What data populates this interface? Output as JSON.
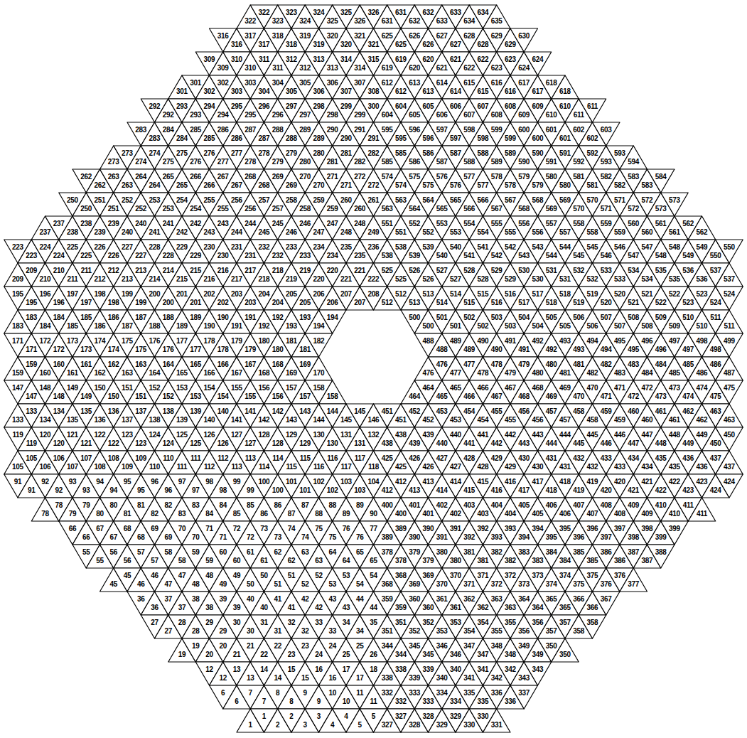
{
  "diagram": {
    "labels": [
      "322",
      "322",
      "323",
      "323",
      "324",
      "324",
      "325",
      "325",
      "326",
      "326",
      "631",
      "631",
      "632",
      "632",
      "633",
      "633",
      "634",
      "634",
      "635",
      "316",
      "316",
      "317",
      "317",
      "318",
      "318",
      "319",
      "319",
      "320",
      "320",
      "321",
      "321",
      "625",
      "625",
      "626",
      "626",
      "627",
      "627",
      "628",
      "628",
      "629",
      "629",
      "630",
      "309",
      "309",
      "310",
      "310",
      "311",
      "311",
      "312",
      "312",
      "313",
      "313",
      "314",
      "314",
      "315",
      "619",
      "619",
      "620",
      "620",
      "621",
      "621",
      "622",
      "622",
      "623",
      "623",
      "624",
      "624",
      "301",
      "301",
      "302",
      "302",
      "303",
      "303",
      "304",
      "304",
      "305",
      "305",
      "306",
      "306",
      "307",
      "307",
      "308",
      "612",
      "612",
      "613",
      "613",
      "614",
      "614",
      "615",
      "615",
      "616",
      "616",
      "617",
      "617",
      "618",
      "618",
      "292",
      "292",
      "293",
      "293",
      "294",
      "294",
      "295",
      "295",
      "296",
      "296",
      "297",
      "297",
      "298",
      "298",
      "299",
      "299",
      "300",
      "604",
      "604",
      "605",
      "605",
      "606",
      "606",
      "607",
      "607",
      "608",
      "608",
      "609",
      "609",
      "610",
      "610",
      "611",
      "611",
      "283",
      "283",
      "284",
      "284",
      "285",
      "285",
      "286",
      "286",
      "287",
      "287",
      "288",
      "288",
      "289",
      "289",
      "290",
      "290",
      "291",
      "291",
      "595",
      "595",
      "596",
      "596",
      "597",
      "597",
      "598",
      "598",
      "599",
      "599",
      "600",
      "600",
      "601",
      "601",
      "602",
      "602",
      "603",
      "273",
      "273",
      "274",
      "274",
      "275",
      "275",
      "276",
      "276",
      "277",
      "277",
      "278",
      "278",
      "279",
      "279",
      "280",
      "280",
      "281",
      "281",
      "282",
      "282",
      "585",
      "585",
      "586",
      "586",
      "587",
      "587",
      "588",
      "588",
      "589",
      "589",
      "590",
      "590",
      "591",
      "591",
      "592",
      "592",
      "593",
      "593",
      "594",
      "262",
      "262",
      "263",
      "263",
      "264",
      "264",
      "265",
      "265",
      "266",
      "266",
      "267",
      "267",
      "268",
      "268",
      "269",
      "269",
      "270",
      "270",
      "271",
      "271",
      "272",
      "272",
      "574",
      "574",
      "575",
      "575",
      "576",
      "576",
      "577",
      "577",
      "578",
      "578",
      "579",
      "579",
      "580",
      "580",
      "581",
      "581",
      "582",
      "582",
      "583",
      "583",
      "584",
      "250",
      "250",
      "251",
      "251",
      "252",
      "252",
      "253",
      "253",
      "254",
      "254",
      "255",
      "255",
      "256",
      "256",
      "257",
      "257",
      "258",
      "258",
      "259",
      "259",
      "260",
      "260",
      "261",
      "563",
      "563",
      "564",
      "564",
      "565",
      "565",
      "566",
      "566",
      "567",
      "567",
      "568",
      "568",
      "569",
      "569",
      "570",
      "570",
      "571",
      "571",
      "572",
      "572",
      "573",
      "573",
      "237",
      "237",
      "238",
      "238",
      "239",
      "239",
      "240",
      "240",
      "241",
      "241",
      "242",
      "242",
      "243",
      "243",
      "244",
      "244",
      "245",
      "245",
      "246",
      "246",
      "247",
      "247",
      "248",
      "248",
      "249",
      "551",
      "551",
      "552",
      "552",
      "553",
      "553",
      "554",
      "554",
      "555",
      "555",
      "556",
      "556",
      "557",
      "557",
      "558",
      "558",
      "559",
      "559",
      "560",
      "560",
      "561",
      "561",
      "562",
      "562",
      "223",
      "223",
      "224",
      "224",
      "225",
      "225",
      "226",
      "226",
      "227",
      "227",
      "228",
      "228",
      "229",
      "229",
      "230",
      "230",
      "231",
      "231",
      "232",
      "232",
      "233",
      "233",
      "234",
      "234",
      "235",
      "235",
      "236",
      "538",
      "538",
      "539",
      "539",
      "540",
      "540",
      "541",
      "541",
      "542",
      "542",
      "543",
      "543",
      "544",
      "544",
      "545",
      "545",
      "546",
      "546",
      "547",
      "547",
      "548",
      "548",
      "549",
      "549",
      "550",
      "550",
      "209",
      "209",
      "210",
      "210",
      "211",
      "211",
      "212",
      "212",
      "213",
      "213",
      "214",
      "214",
      "215",
      "215",
      "216",
      "216",
      "217",
      "217",
      "218",
      "218",
      "219",
      "219",
      "220",
      "220",
      "221",
      "221",
      "222",
      "525",
      "525",
      "526",
      "526",
      "527",
      "527",
      "528",
      "528",
      "529",
      "529",
      "530",
      "530",
      "531",
      "531",
      "532",
      "532",
      "533",
      "533",
      "534",
      "534",
      "535",
      "535",
      "536",
      "536",
      "537",
      "537",
      "195",
      "195",
      "196",
      "196",
      "197",
      "197",
      "198",
      "198",
      "199",
      "199",
      "200",
      "200",
      "201",
      "201",
      "202",
      "202",
      "203",
      "203",
      "204",
      "204",
      "205",
      "205",
      "206",
      "206",
      "207",
      "207",
      "208",
      "512",
      "512",
      "513",
      "513",
      "514",
      "514",
      "515",
      "515",
      "516",
      "516",
      "517",
      "517",
      "518",
      "518",
      "519",
      "519",
      "520",
      "520",
      "521",
      "521",
      "522",
      "522",
      "523",
      "523",
      "524",
      "524",
      "183",
      "183",
      "184",
      "184",
      "185",
      "185",
      "186",
      "186",
      "187",
      "187",
      "188",
      "188",
      "189",
      "189",
      "190",
      "190",
      "191",
      "191",
      "192",
      "192",
      "193",
      "193",
      "194",
      "194",
      "500",
      "500",
      "501",
      "501",
      "502",
      "502",
      "503",
      "503",
      "504",
      "504",
      "505",
      "505",
      "506",
      "506",
      "507",
      "507",
      "508",
      "508",
      "509",
      "509",
      "510",
      "510",
      "511",
      "511",
      "171",
      "171",
      "172",
      "172",
      "173",
      "173",
      "174",
      "174",
      "175",
      "175",
      "176",
      "176",
      "177",
      "177",
      "178",
      "178",
      "179",
      "179",
      "180",
      "180",
      "181",
      "181",
      "182",
      "488",
      "488",
      "489",
      "489",
      "490",
      "490",
      "491",
      "491",
      "492",
      "492",
      "493",
      "493",
      "494",
      "494",
      "495",
      "495",
      "496",
      "496",
      "497",
      "497",
      "498",
      "498",
      "499",
      "159",
      "159",
      "160",
      "160",
      "161",
      "161",
      "162",
      "162",
      "163",
      "163",
      "164",
      "164",
      "165",
      "165",
      "166",
      "166",
      "167",
      "167",
      "168",
      "168",
      "169",
      "169",
      "170",
      "476",
      "476",
      "477",
      "477",
      "478",
      "478",
      "479",
      "479",
      "480",
      "480",
      "481",
      "481",
      "482",
      "482",
      "483",
      "483",
      "484",
      "484",
      "485",
      "485",
      "486",
      "486",
      "487",
      "147",
      "147",
      "148",
      "148",
      "149",
      "149",
      "150",
      "150",
      "151",
      "151",
      "152",
      "152",
      "153",
      "153",
      "154",
      "154",
      "155",
      "155",
      "156",
      "156",
      "157",
      "157",
      "158",
      "158",
      "464",
      "464",
      "465",
      "465",
      "466",
      "466",
      "467",
      "467",
      "468",
      "468",
      "469",
      "469",
      "470",
      "470",
      "471",
      "471",
      "472",
      "472",
      "473",
      "473",
      "474",
      "474",
      "475",
      "475",
      "133",
      "133",
      "134",
      "134",
      "135",
      "135",
      "136",
      "136",
      "137",
      "137",
      "138",
      "138",
      "139",
      "139",
      "140",
      "140",
      "141",
      "141",
      "142",
      "142",
      "143",
      "143",
      "144",
      "144",
      "145",
      "145",
      "146",
      "451",
      "451",
      "452",
      "452",
      "453",
      "453",
      "454",
      "454",
      "455",
      "455",
      "456",
      "456",
      "457",
      "457",
      "458",
      "458",
      "459",
      "459",
      "460",
      "460",
      "461",
      "461",
      "462",
      "462",
      "463",
      "463",
      "119",
      "119",
      "120",
      "120",
      "121",
      "121",
      "122",
      "122",
      "123",
      "123",
      "124",
      "124",
      "125",
      "125",
      "126",
      "126",
      "127",
      "127",
      "128",
      "128",
      "129",
      "129",
      "130",
      "130",
      "131",
      "131",
      "132",
      "438",
      "438",
      "439",
      "439",
      "440",
      "440",
      "441",
      "441",
      "442",
      "442",
      "443",
      "443",
      "444",
      "444",
      "445",
      "445",
      "446",
      "446",
      "447",
      "447",
      "448",
      "448",
      "449",
      "449",
      "450",
      "450",
      "105",
      "105",
      "106",
      "106",
      "107",
      "107",
      "108",
      "108",
      "109",
      "109",
      "110",
      "110",
      "111",
      "111",
      "112",
      "112",
      "113",
      "113",
      "114",
      "114",
      "115",
      "115",
      "116",
      "116",
      "117",
      "117",
      "118",
      "425",
      "425",
      "426",
      "426",
      "427",
      "427",
      "428",
      "428",
      "429",
      "429",
      "430",
      "430",
      "431",
      "431",
      "432",
      "432",
      "433",
      "433",
      "434",
      "434",
      "435",
      "435",
      "436",
      "436",
      "437",
      "437",
      "91",
      "91",
      "92",
      "92",
      "93",
      "93",
      "94",
      "94",
      "95",
      "95",
      "96",
      "96",
      "97",
      "97",
      "98",
      "98",
      "99",
      "99",
      "100",
      "100",
      "101",
      "101",
      "102",
      "102",
      "103",
      "103",
      "104",
      "412",
      "412",
      "413",
      "413",
      "414",
      "414",
      "415",
      "415",
      "416",
      "416",
      "417",
      "417",
      "418",
      "418",
      "419",
      "419",
      "420",
      "420",
      "421",
      "421",
      "422",
      "422",
      "423",
      "423",
      "424",
      "424",
      "78",
      "78",
      "79",
      "79",
      "80",
      "80",
      "81",
      "81",
      "82",
      "82",
      "83",
      "83",
      "84",
      "84",
      "85",
      "85",
      "86",
      "86",
      "87",
      "87",
      "88",
      "88",
      "89",
      "89",
      "90",
      "400",
      "400",
      "401",
      "401",
      "402",
      "402",
      "403",
      "403",
      "404",
      "404",
      "405",
      "405",
      "406",
      "406",
      "407",
      "407",
      "408",
      "408",
      "409",
      "409",
      "410",
      "410",
      "411",
      "411",
      "66",
      "66",
      "67",
      "67",
      "68",
      "68",
      "69",
      "69",
      "70",
      "70",
      "71",
      "71",
      "72",
      "72",
      "73",
      "73",
      "74",
      "74",
      "75",
      "75",
      "76",
      "76",
      "77",
      "389",
      "389",
      "390",
      "390",
      "391",
      "391",
      "392",
      "392",
      "393",
      "393",
      "394",
      "394",
      "395",
      "395",
      "396",
      "396",
      "397",
      "397",
      "398",
      "398",
      "399",
      "399",
      "55",
      "55",
      "56",
      "56",
      "57",
      "57",
      "58",
      "58",
      "59",
      "59",
      "60",
      "60",
      "61",
      "61",
      "62",
      "62",
      "63",
      "63",
      "64",
      "64",
      "65",
      "65",
      "378",
      "378",
      "379",
      "379",
      "380",
      "380",
      "381",
      "381",
      "382",
      "382",
      "383",
      "383",
      "384",
      "384",
      "385",
      "385",
      "386",
      "386",
      "387",
      "387",
      "388",
      "45",
      "45",
      "46",
      "46",
      "47",
      "47",
      "48",
      "48",
      "49",
      "49",
      "50",
      "50",
      "51",
      "51",
      "52",
      "52",
      "53",
      "53",
      "54",
      "54",
      "368",
      "368",
      "369",
      "369",
      "370",
      "370",
      "371",
      "371",
      "372",
      "372",
      "373",
      "373",
      "374",
      "374",
      "375",
      "375",
      "376",
      "376",
      "377",
      "36",
      "36",
      "37",
      "37",
      "38",
      "38",
      "39",
      "39",
      "40",
      "40",
      "41",
      "41",
      "42",
      "42",
      "43",
      "43",
      "44",
      "44",
      "359",
      "359",
      "360",
      "360",
      "361",
      "361",
      "362",
      "362",
      "363",
      "363",
      "364",
      "364",
      "365",
      "365",
      "366",
      "366",
      "367",
      "27",
      "27",
      "28",
      "28",
      "29",
      "29",
      "30",
      "30",
      "31",
      "31",
      "32",
      "32",
      "33",
      "33",
      "34",
      "34",
      "35",
      "351",
      "351",
      "352",
      "352",
      "353",
      "353",
      "354",
      "354",
      "355",
      "355",
      "356",
      "356",
      "357",
      "357",
      "358",
      "358",
      "19",
      "19",
      "20",
      "20",
      "21",
      "21",
      "22",
      "22",
      "23",
      "23",
      "24",
      "24",
      "25",
      "25",
      "26",
      "344",
      "344",
      "345",
      "345",
      "346",
      "346",
      "347",
      "347",
      "348",
      "348",
      "349",
      "349",
      "350",
      "350",
      "12",
      "12",
      "13",
      "13",
      "14",
      "14",
      "15",
      "15",
      "16",
      "16",
      "17",
      "17",
      "18",
      "338",
      "338",
      "339",
      "339",
      "340",
      "340",
      "341",
      "341",
      "342",
      "342",
      "343",
      "343",
      "6",
      "6",
      "7",
      "7",
      "8",
      "8",
      "9",
      "9",
      "10",
      "10",
      "11",
      "11",
      "332",
      "332",
      "333",
      "333",
      "334",
      "334",
      "335",
      "335",
      "336",
      "336",
      "337",
      "1",
      "1",
      "2",
      "2",
      "3",
      "3",
      "4",
      "4",
      "5",
      "5",
      "327",
      "327",
      "328",
      "328",
      "329",
      "329",
      "330",
      "330",
      "331"
    ]
  }
}
